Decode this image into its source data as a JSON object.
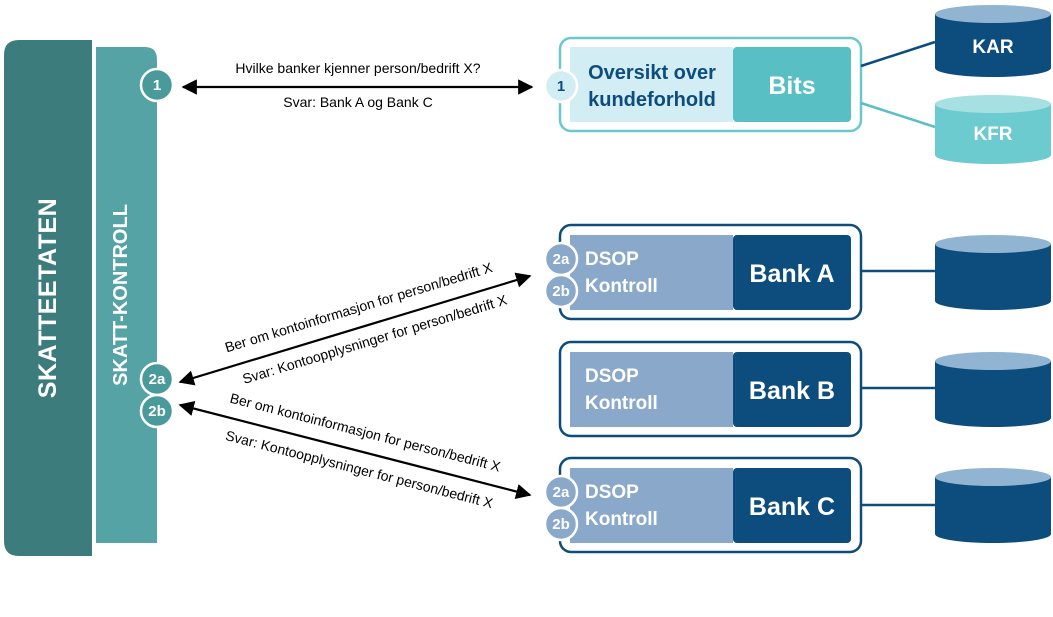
{
  "colors": {
    "skatteetaten_dark": "#3c7c7d",
    "skatt_kontroll": "#56a3a6",
    "badge_teal": "#4a9a9c",
    "bits_border": "#6cc8cc",
    "bits_light": "#d3edf4",
    "bits_teal": "#58c0c4",
    "title_dark_blue": "#0d4d7e",
    "bank_navy": "#0d4d7e",
    "dsop_gray_blue": "#8aa8c9",
    "badge_gray_blue": "#8aa8c9",
    "db_dark": "#0d4d7e",
    "db_light_top": "#91b4d3",
    "kfr_light": "#6ccbce",
    "kfr_top": "#a7e0e2"
  },
  "left": {
    "skatteetaten_label": "Skatteetaten",
    "skatt_kontroll_label": "Skatt-Kontroll",
    "badge_1": "1",
    "badge_2a": "2a",
    "badge_2b": "2b"
  },
  "bits": {
    "badge": "1",
    "title_line1": "Oversikt over",
    "title_line2": "kundeforhold",
    "system": "Bits"
  },
  "databases": {
    "kar": "KAR",
    "kfr": "KFR"
  },
  "banks": [
    {
      "name": "Bank A",
      "dsop_line1": "DSOP",
      "dsop_line2": "Kontroll",
      "badge_a": "2a",
      "badge_b": "2b"
    },
    {
      "name": "Bank B",
      "dsop_line1": "DSOP",
      "dsop_line2": "Kontroll"
    },
    {
      "name": "Bank C",
      "dsop_line1": "DSOP",
      "dsop_line2": "Kontroll",
      "badge_a": "2a",
      "badge_b": "2b"
    }
  ],
  "messages": {
    "q1": "Hvilke banker kjenner person/bedrift X?",
    "a1": "Svar: Bank A og Bank C",
    "req_a": "Ber om kontoinformasjon for person/bedrift X",
    "resp_a": "Svar: Kontoopplysninger for person/bedrift X",
    "req_c": "Ber om kontoinformasjon for person/bedrift X",
    "resp_c": "Svar: Kontoopplysninger for person/bedrift X"
  }
}
